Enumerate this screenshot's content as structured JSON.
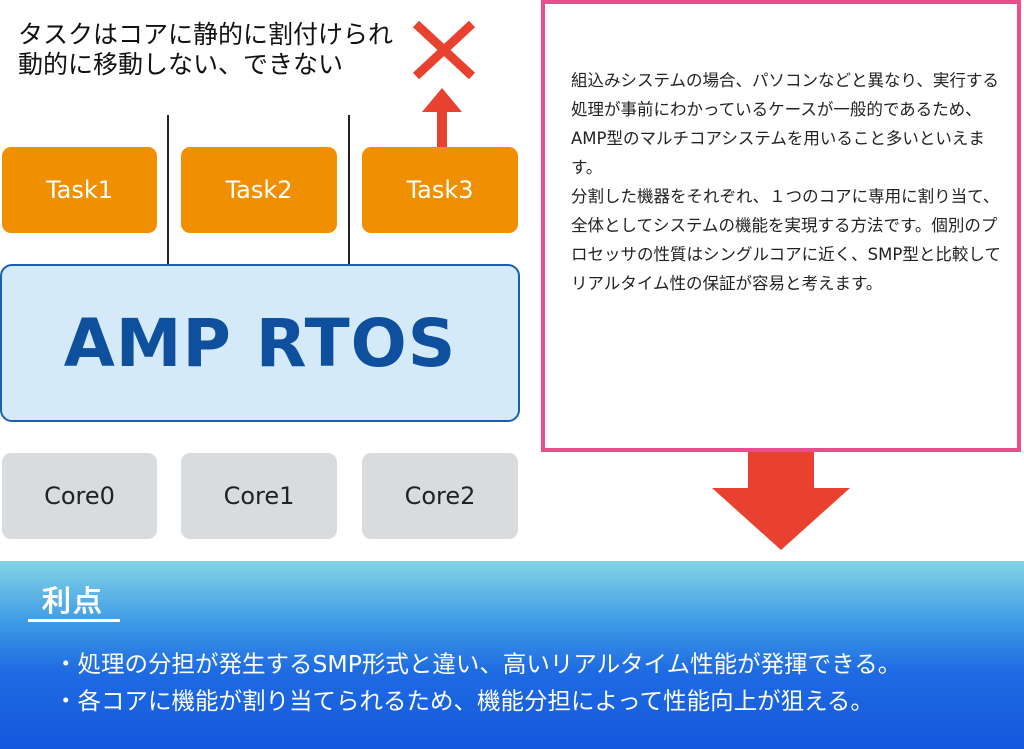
{
  "note": {
    "line1": "タスクはコアに静的に割付けられ",
    "line2": "動的に移動しない、できない"
  },
  "tasks": [
    {
      "label": "Task1"
    },
    {
      "label": "Task2"
    },
    {
      "label": "Task3"
    }
  ],
  "rtos": {
    "label": "AMP RTOS"
  },
  "cores": [
    {
      "label": "Core0"
    },
    {
      "label": "Core1"
    },
    {
      "label": "Core2"
    }
  ],
  "explanation": {
    "paragraph1": "組込みシステムの場合、パソコンなどと異なり、実行する処理が事前にわかっているケースが一般的であるため、AMP型のマルチコアシステムを用いること多いといえます。",
    "paragraph2": "分割した機器をそれぞれ、１つのコアに専用に割り当て、全体としてシステムの機能を実現する方法です。個別のプロセッサの性質はシングルコアに近く、SMP型と比較してリアルタイム性の保証が容易と考えます。"
  },
  "advantages": {
    "title": "利点",
    "items": [
      "・処理の分担が発生するSMP形式と違い、高いリアルタイム性能が発揮できる。",
      "・各コアに機能が割り当てられるため、機能分担によって性能向上が狙える。"
    ]
  },
  "colors": {
    "task": "#f09000",
    "core": "#d8dcdf",
    "rtos_fill": "#d4eaf8",
    "rtos_text": "#0e4f9e",
    "arrow": "#e8412f",
    "panel_border": "#ea4f8d",
    "banner": "#1f6be2"
  }
}
